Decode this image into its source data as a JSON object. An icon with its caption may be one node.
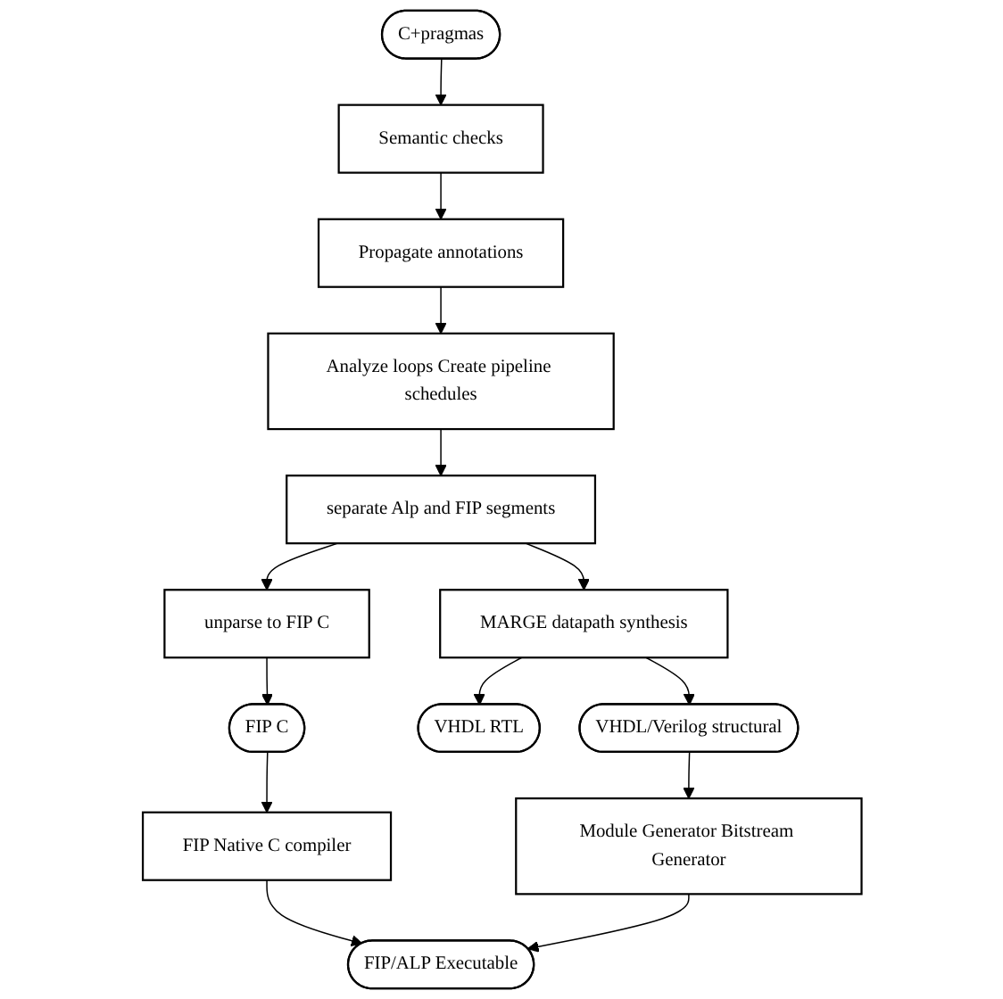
{
  "diagram": {
    "nodes": [
      {
        "text": [
          "C+pragmas"
        ]
      },
      {
        "text": [
          "Semantic checks"
        ]
      },
      {
        "text": [
          "Propagate annotations"
        ]
      },
      {
        "text": [
          "Analyze loops Create pipeline schedules"
        ]
      },
      {
        "text": [
          "separate Alp and FIP segments"
        ]
      },
      {
        "text": [
          "unparse to FIP C"
        ]
      },
      {
        "text": [
          "FIP C"
        ]
      },
      {
        "text": [
          "MARGE datapath synthesis"
        ]
      },
      {
        "text": [
          "VHDL RTL"
        ]
      },
      {
        "text": [
          "VHDL/Verilog structural"
        ]
      },
      {
        "text": [
          "FIP Native C compiler"
        ]
      },
      {
        "text": [
          "Module Generator Bitstream Generator"
        ]
      },
      {
        "text": [
          "FIP/ALP Executable"
        ]
      }
    ],
    "edges": [
      {
        "from": 0,
        "to": 1,
        "arrow": "to"
      },
      {
        "from": 1,
        "to": 2,
        "arrow": "to"
      },
      {
        "from": 2,
        "to": 3,
        "arrow": "to"
      },
      {
        "from": 3,
        "to": 4,
        "arrow": "to"
      },
      {
        "from": 4,
        "to": 5,
        "arrow": "to"
      },
      {
        "from": 5,
        "to": 6,
        "arrow": "to"
      },
      {
        "from": 4,
        "to": 7,
        "arrow": "to"
      },
      {
        "from": 7,
        "to": 8,
        "arrow": "to"
      },
      {
        "from": 7,
        "to": 9,
        "arrow": "to"
      },
      {
        "from": 6,
        "to": 10,
        "arrow": "to"
      },
      {
        "from": 9,
        "to": 11,
        "arrow": "to"
      },
      {
        "from": 10,
        "to": 12,
        "arrow": "to"
      },
      {
        "from": 11,
        "to": 12,
        "arrow": "to"
      }
    ]
  }
}
